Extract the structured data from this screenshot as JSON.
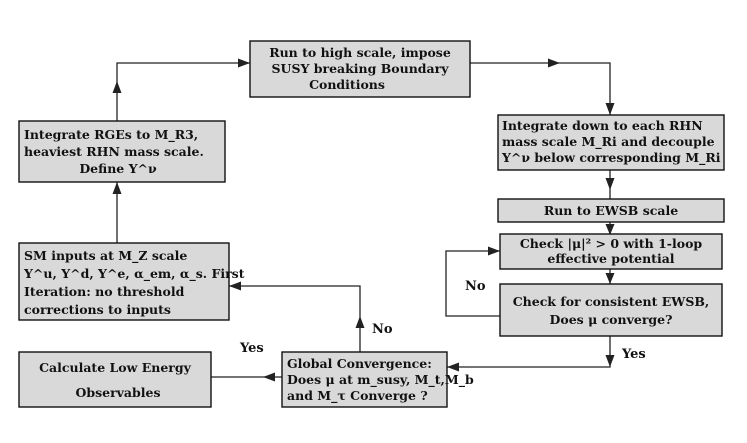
{
  "nodes": {
    "high_scale": {
      "lines": [
        "Run to high scale, impose",
        "SUSY breaking Boundary",
        "Conditions"
      ]
    },
    "integrate_rge": {
      "lines": [
        "Integrate RGEs to M_R3,",
        "heaviest RHN mass scale.",
        "Define Y^ν"
      ]
    },
    "integrate_down": {
      "lines": [
        "Integrate down to each RHN",
        "mass scale M_Ri and decouple",
        "Y^ν below corresponding M_Ri"
      ]
    },
    "run_ewsb": {
      "lines": [
        "Run to EWSB scale"
      ]
    },
    "check_mu": {
      "lines": [
        "Check |μ|² > 0 with 1-loop",
        "effective potential"
      ]
    },
    "check_consistent": {
      "lines": [
        "Check for consistent EWSB,",
        "Does μ converge?"
      ]
    },
    "sm_inputs": {
      "lines": [
        "SM inputs at M_Z scale",
        "Y^u, Y^d, Y^e, α_em, α_s. First",
        "Iteration: no threshold",
        "corrections to inputs"
      ]
    },
    "global_conv": {
      "lines": [
        "Global Convergence:",
        "Does μ at m_susy, M_t,M_b",
        "and M_τ Converge ?"
      ]
    },
    "low_energy": {
      "lines": [
        "Calculate Low Energy",
        "Observables"
      ]
    }
  },
  "edge_labels": {
    "no_inner": "No",
    "yes_inner": "Yes",
    "no_global": "No",
    "yes_global": "Yes"
  }
}
